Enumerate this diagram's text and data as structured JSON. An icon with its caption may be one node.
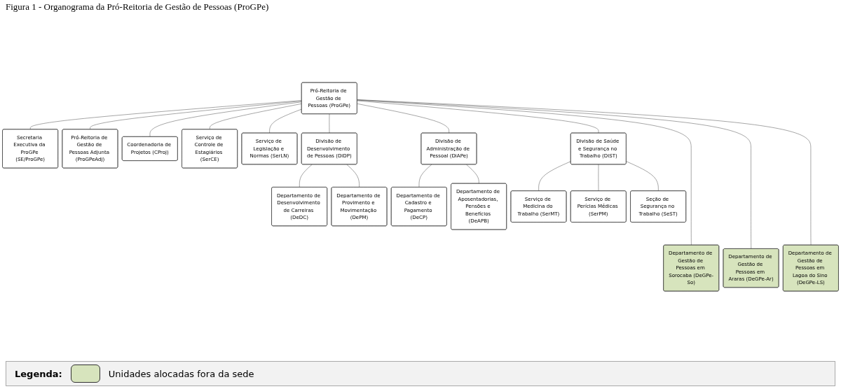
{
  "diagram": {
    "title": "Figura 1 - Organograma da Pró-Reitoria de Gestão de Pessoas (ProGPe)",
    "nodes": [
      {
        "text": [
          "Pró-Reitoria de Gestão de Pessoas (ProGPe)"
        ]
      },
      {
        "text": [
          "Secretaria Executiva da ProGPe (SE/ProGPe)"
        ]
      },
      {
        "text": [
          "Pró-Reitoria de Gestão de Pessoas Adjunta (ProGPeAdj)"
        ]
      },
      {
        "text": [
          "Coordenadoria de Projetos (CProj)"
        ]
      },
      {
        "text": [
          "Serviço de Controle de Estagiários (SerCE)"
        ]
      },
      {
        "text": [
          "Serviço de Legislação e Normas (SerLN)"
        ]
      },
      {
        "text": [
          "Divisão de Desenvolvimento de Pessoas (DiDP)"
        ]
      },
      {
        "text": [
          "Divisão de Administração de Pessoal (DiAPe)"
        ]
      },
      {
        "text": [
          "Divisão de Saúde e Segurança no Trabalho (DiST)"
        ]
      },
      {
        "text": [
          "Departamento de Desenvolvimento de Carreiras (DeDC)"
        ]
      },
      {
        "text": [
          "Departamento de Provimento e Movimentação (DePM)"
        ]
      },
      {
        "text": [
          "Departamento de Cadastro e Pagamento (DeCP)"
        ]
      },
      {
        "text": [
          "Departamento de Aposentadorias, Pensões e Benefícios (DeAPB)"
        ]
      },
      {
        "text": [
          "Serviço de Medicina do Trabalho (SerMT)"
        ]
      },
      {
        "text": [
          "Serviço de Perícias Médicas (SerPM)"
        ]
      },
      {
        "text": [
          "Seção de Segurança no Trabalho (SeST)"
        ]
      },
      {
        "text": [
          "Departamento de Gestão de Pessoas em Sorocaba (DeGPe-So)"
        ]
      },
      {
        "text": [
          "Departamento de Gestão de Pessoas em Araras (DeGPe-Ar)"
        ]
      },
      {
        "text": [
          "Departamento de Gestão de Pessoas em Lagoa do Sino (DeGPe-LS)"
        ]
      }
    ],
    "edges": [
      {
        "from": 0,
        "to": 1,
        "arrow": "none"
      },
      {
        "from": 0,
        "to": 2,
        "arrow": "none"
      },
      {
        "from": 0,
        "to": 3,
        "arrow": "none"
      },
      {
        "from": 0,
        "to": 4,
        "arrow": "none"
      },
      {
        "from": 0,
        "to": 5,
        "arrow": "none"
      },
      {
        "from": 0,
        "to": 6,
        "arrow": "none"
      },
      {
        "from": 0,
        "to": 7,
        "arrow": "none"
      },
      {
        "from": 0,
        "to": 8,
        "arrow": "none"
      },
      {
        "from": 0,
        "to": 16,
        "arrow": "none"
      },
      {
        "from": 0,
        "to": 17,
        "arrow": "none"
      },
      {
        "from": 0,
        "to": 18,
        "arrow": "none"
      },
      {
        "from": 6,
        "to": 9,
        "arrow": "none"
      },
      {
        "from": 6,
        "to": 10,
        "arrow": "none"
      },
      {
        "from": 7,
        "to": 11,
        "arrow": "none"
      },
      {
        "from": 7,
        "to": 12,
        "arrow": "none"
      },
      {
        "from": 8,
        "to": 13,
        "arrow": "none"
      },
      {
        "from": 8,
        "to": 14,
        "arrow": "none"
      },
      {
        "from": 8,
        "to": 15,
        "arrow": "none"
      }
    ],
    "labels": [
      "Legenda:"
    ],
    "legend": [
      {
        "text": "Unidades alocadas fora da sede",
        "color": "#d7e4bd"
      }
    ]
  }
}
